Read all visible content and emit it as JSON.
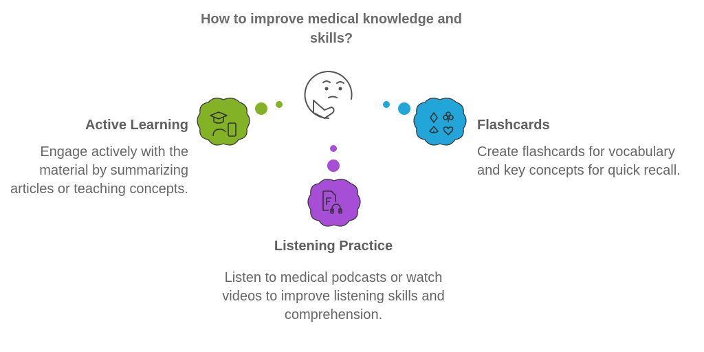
{
  "title": "How to improve medical knowledge and skills?",
  "branches": [
    {
      "heading": "Active Learning",
      "body": "Engage actively with the material by summarizing articles or teaching concepts.",
      "color": "#84b227",
      "icon": "graduate-phone-icon"
    },
    {
      "heading": "Flashcards",
      "body": "Create flashcards for vocabulary and key concepts for quick recall.",
      "color": "#22a6d9",
      "icon": "card-suits-icon"
    },
    {
      "heading": "Listening Practice",
      "body": "Listen to medical podcasts or watch videos to improve listening skills and comprehension.",
      "color": "#a64fd6",
      "icon": "audio-file-icon"
    }
  ],
  "center_icon": "thinking-face-icon"
}
